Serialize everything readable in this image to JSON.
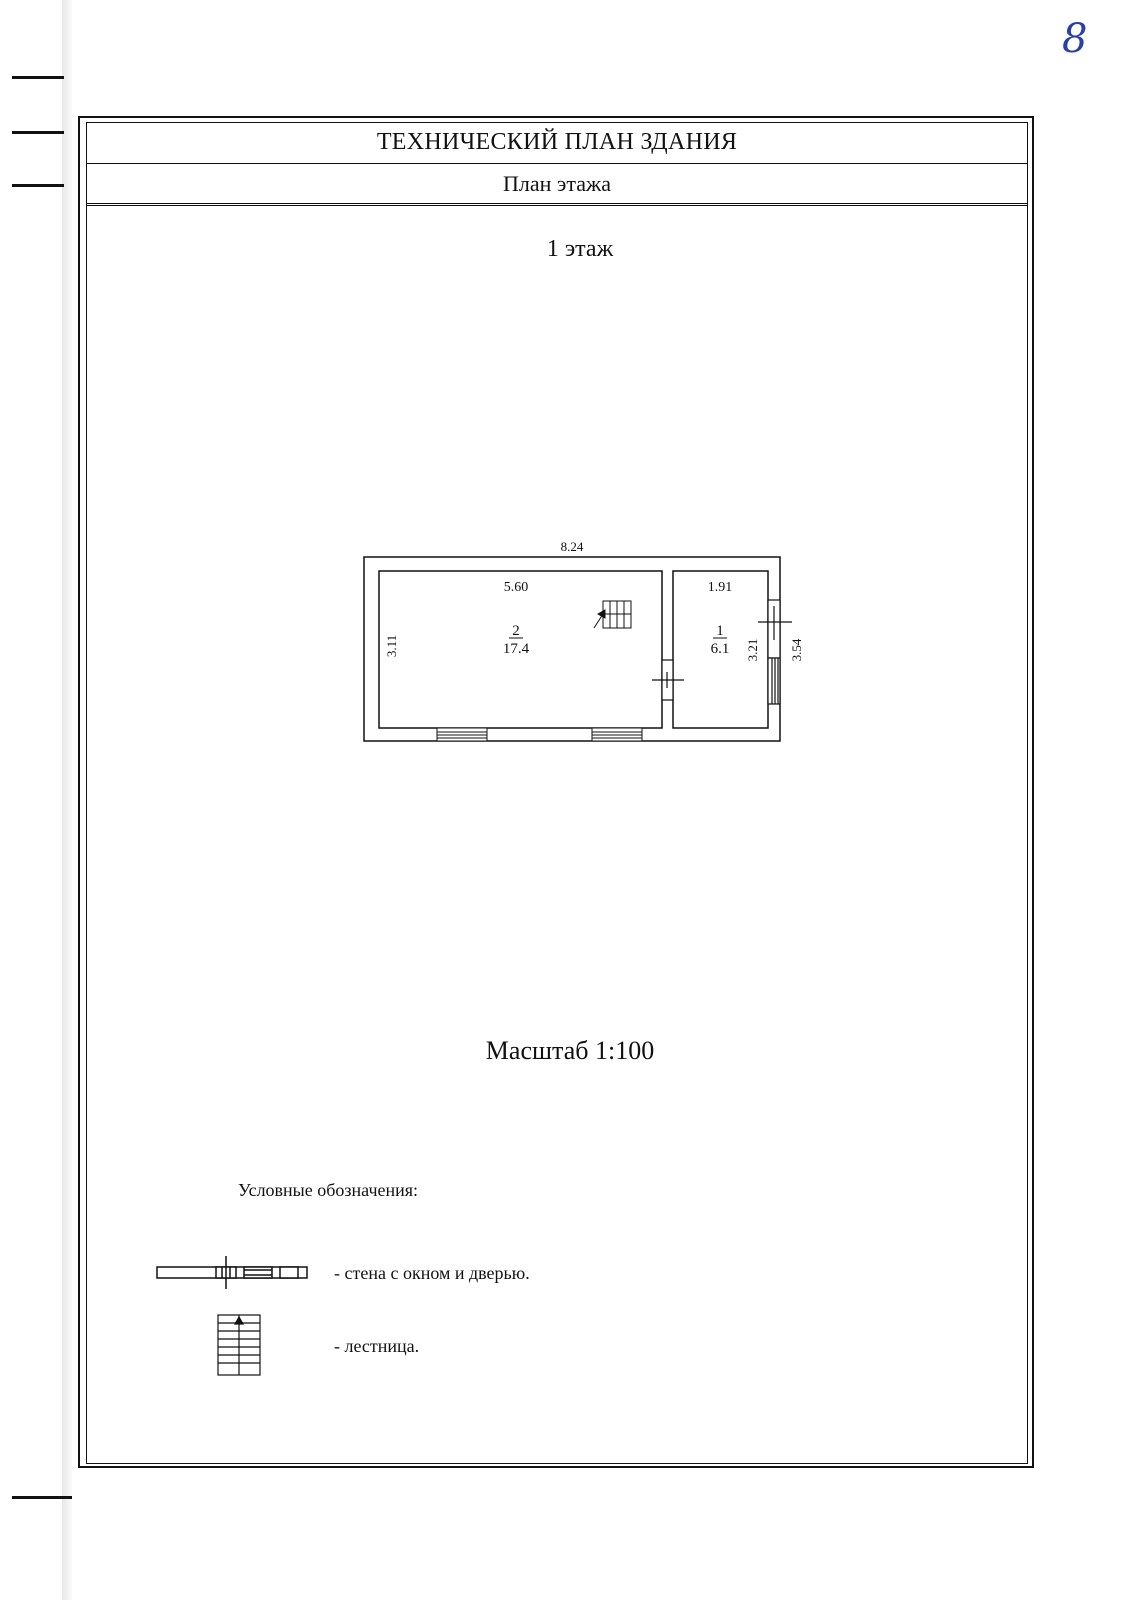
{
  "page_number": "8",
  "header": {
    "title": "ТЕХНИЧЕСКИЙ ПЛАН ЗДАНИЯ",
    "subtitle": "План этажа"
  },
  "floor_label": "1 этаж",
  "plan": {
    "overall_width_label": "8.24",
    "rooms": [
      {
        "number": "2",
        "area": "17.4",
        "width_label": "5.60",
        "height_label": "3.11"
      },
      {
        "number": "1",
        "area": "6.1",
        "width_label": "1.91",
        "height_label": "3.21"
      }
    ],
    "overall_height_label": "3.54"
  },
  "scale": "Масштаб 1:100",
  "legend": {
    "title": "Условные обозначения:",
    "items": [
      {
        "symbol": "wall-window-door-symbol",
        "text": "- стена с окном и дверью."
      },
      {
        "symbol": "stairs-symbol",
        "text": "- лестница."
      }
    ]
  }
}
